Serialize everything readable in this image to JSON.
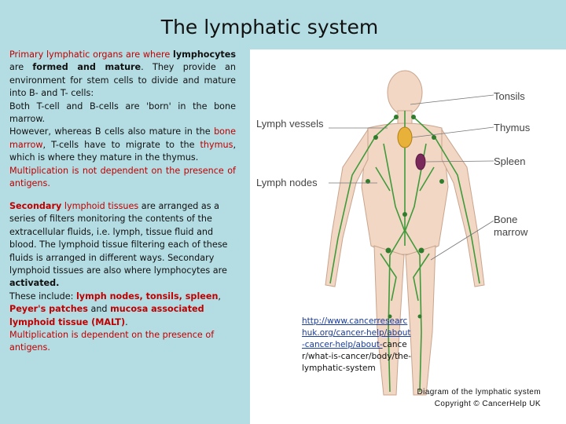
{
  "slide": {
    "title": "The lymphatic system"
  },
  "primary": {
    "heading_word": "Primary",
    "line1_rest": " lymphatic organs are where ",
    "lymphocytes": "lymphocytes",
    "are1": " are ",
    "formed_mature": "formed and mature",
    "after_mature": ". They provide an environment for stem cells to divide and mature into B- and T- cells:",
    "both": "Both T-cell and B-cells are 'born' in the bone marrow.",
    "however_pre": "However, whereas B cells also mature in the ",
    "bone_marrow": "bone marrow",
    "however_mid": ", T-cells have to migrate to the ",
    "thymus": "thymus",
    "however_post": ", which is where they mature in the thymus.",
    "multiplication": "Multiplication is not dependent on the presence of antigens."
  },
  "secondary": {
    "heading_word": "Secondary",
    "lymphoid_tissues": " lymphoid tissues",
    "body1": " are arranged as a series of filters monitoring the contents of the extracellular fluids, i.e. lymph, tissue fluid and blood. The lymphoid tissue filtering each of these fluids is arranged in different ways. Secondary lymphoid tissues are also where lymphocytes are ",
    "activated": "activated.",
    "include_pre": "These include: ",
    "lymph_nodes": "lymph nodes, tonsils, spleen",
    "comma": ", ",
    "peyers": "Peyer's patches",
    "and": " and ",
    "malt": "mucosa associated lymphoid tissue (MALT)",
    "period": ".",
    "multiplication": "Multiplication is dependent on the presence of antigens."
  },
  "figure": {
    "labels": {
      "tonsils": "Tonsils",
      "thymus": "Thymus",
      "spleen": "Spleen",
      "bone_marrow_1": "Bone",
      "bone_marrow_2": "marrow",
      "lymph_vessels": "Lymph vessels",
      "lymph_nodes": "Lymph nodes"
    },
    "url_link": "http://www.cancerresearchuk.org/cancer-help/about-cancer-help/about-",
    "url_rest": "cancer/what-is-cancer/body/the-lymphatic-system",
    "caption_line1": "Diagram of the lymphatic system",
    "caption_line2": "Copyright © CancerHelp UK"
  },
  "colors": {
    "background": "#b4dde3",
    "accent_red": "#c00000",
    "vessel_green": "#3f9a3a",
    "skin": "#f2d7c5",
    "thymus": "#e8b23a",
    "spleen": "#7a2a5a"
  }
}
